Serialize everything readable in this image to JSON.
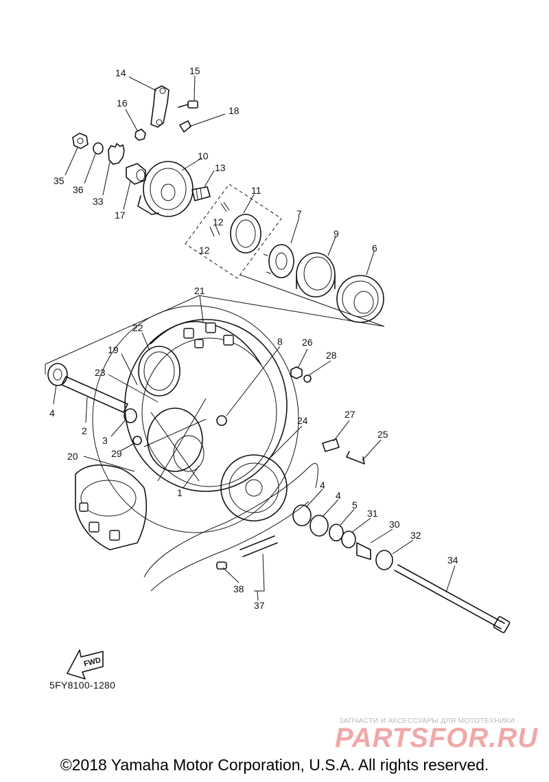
{
  "diagram": {
    "code": "5FY8100-1280",
    "fwd_label": "FWD",
    "callouts": [
      "14",
      "15",
      "16",
      "18",
      "10",
      "13",
      "35",
      "36",
      "33",
      "17",
      "11",
      "12",
      "12",
      "7",
      "9",
      "6",
      "21",
      "22",
      "19",
      "8",
      "26",
      "28",
      "23",
      "4",
      "2",
      "3",
      "29",
      "20",
      "24",
      "27",
      "25",
      "1",
      "4",
      "4",
      "5",
      "31",
      "30",
      "32",
      "34",
      "38",
      "37"
    ]
  },
  "watermark": {
    "tagline": "ЗАПЧАСТИ И АКСЕССУАРЫ ДЛЯ МОТОТЕХНИКИ",
    "brand": "PARTSFOR.RU"
  },
  "footer": {
    "copyright": "©2018 Yamaha Motor Corporation, U.S.A. All rights reserved."
  }
}
